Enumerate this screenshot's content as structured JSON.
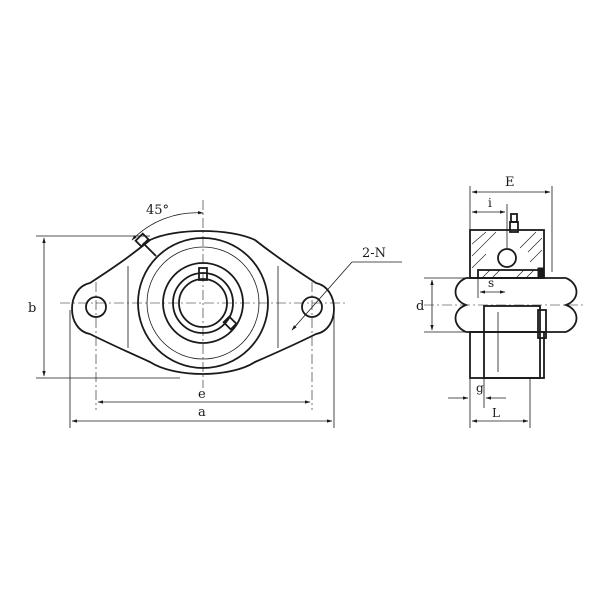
{
  "drawing": {
    "labels": {
      "angle": "45°",
      "holes": "2-N",
      "b": "b",
      "e": "e",
      "a": "a",
      "d": "d",
      "E": "E",
      "i": "i",
      "s": "s",
      "g": "g",
      "L": "L"
    },
    "colors": {
      "line": "#1a1a1a",
      "background": "#ffffff"
    }
  }
}
